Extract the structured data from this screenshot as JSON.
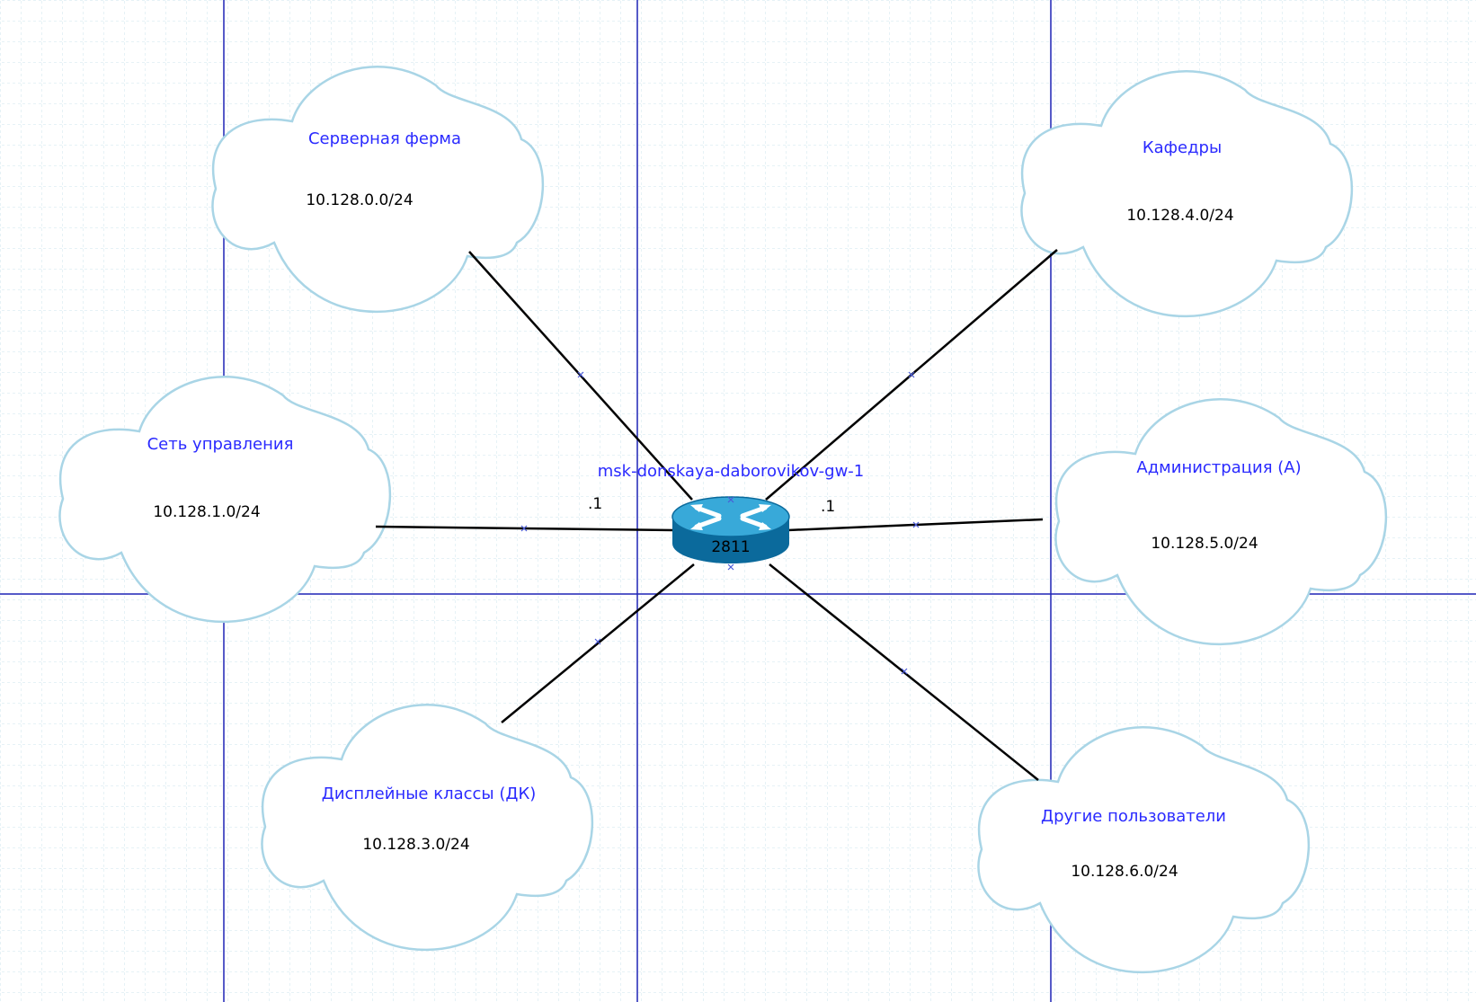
{
  "diagram": {
    "colors": {
      "grid_line": "#c9e3ea",
      "guide_line": "#1f24b5",
      "cloud_outline": "#a9d5e6",
      "link": "#000000",
      "label_blue": "#2a2aff",
      "router_top": "#38a9d9",
      "router_side": "#0b6a9c"
    },
    "router": {
      "hostname": "msk-donskaya-daborovikov-gw-1",
      "model": "2811",
      "icon": "router-icon"
    },
    "interface_labels": [
      ".1",
      ".1"
    ],
    "clouds": {
      "server_farm": {
        "name": "Серверная ферма",
        "subnet": "10.128.0.0/24"
      },
      "departments": {
        "name": "Кафедры",
        "subnet": "10.128.4.0/24"
      },
      "management": {
        "name": "Сеть управления",
        "subnet": "10.128.1.0/24"
      },
      "administration": {
        "name": "Администрация (А)",
        "subnet": "10.128.5.0/24"
      },
      "display_classes": {
        "name": "Дисплейные классы (ДК)",
        "subnet": "10.128.3.0/24"
      },
      "other_users": {
        "name": "Другие пользователи",
        "subnet": "10.128.6.0/24"
      }
    }
  }
}
